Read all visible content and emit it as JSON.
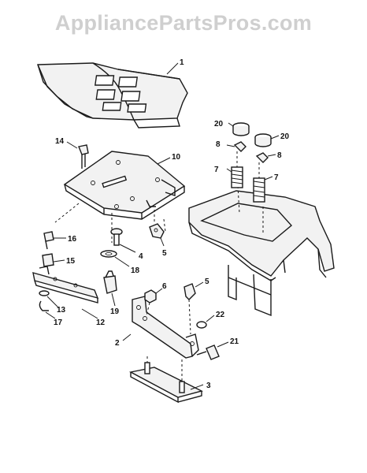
{
  "watermark": {
    "text": "AppliancePartsPros.com"
  },
  "callouts": {
    "seat": "1",
    "seat_mounting_bracket": "2",
    "seat_pivot_plate": "3",
    "seat_bolt": "4",
    "seat_clip_right": "5",
    "nut_left": "6",
    "seat_spring_left": "7",
    "spring_mount_left": "8",
    "seat_pan": "10",
    "adjustment_rod": "12",
    "washer": "13",
    "seat_knob": "14",
    "spring_15": "15",
    "spring_16": "16",
    "cotter_pin": "17",
    "washer_18": "18",
    "clip_19": "19",
    "bumper_left": "20",
    "bumper_right": "20",
    "spring_mount_right": "8",
    "seat_spring_right": "7",
    "clip_right_lower": "5",
    "bolt_21": "21",
    "nut_22": "22"
  }
}
